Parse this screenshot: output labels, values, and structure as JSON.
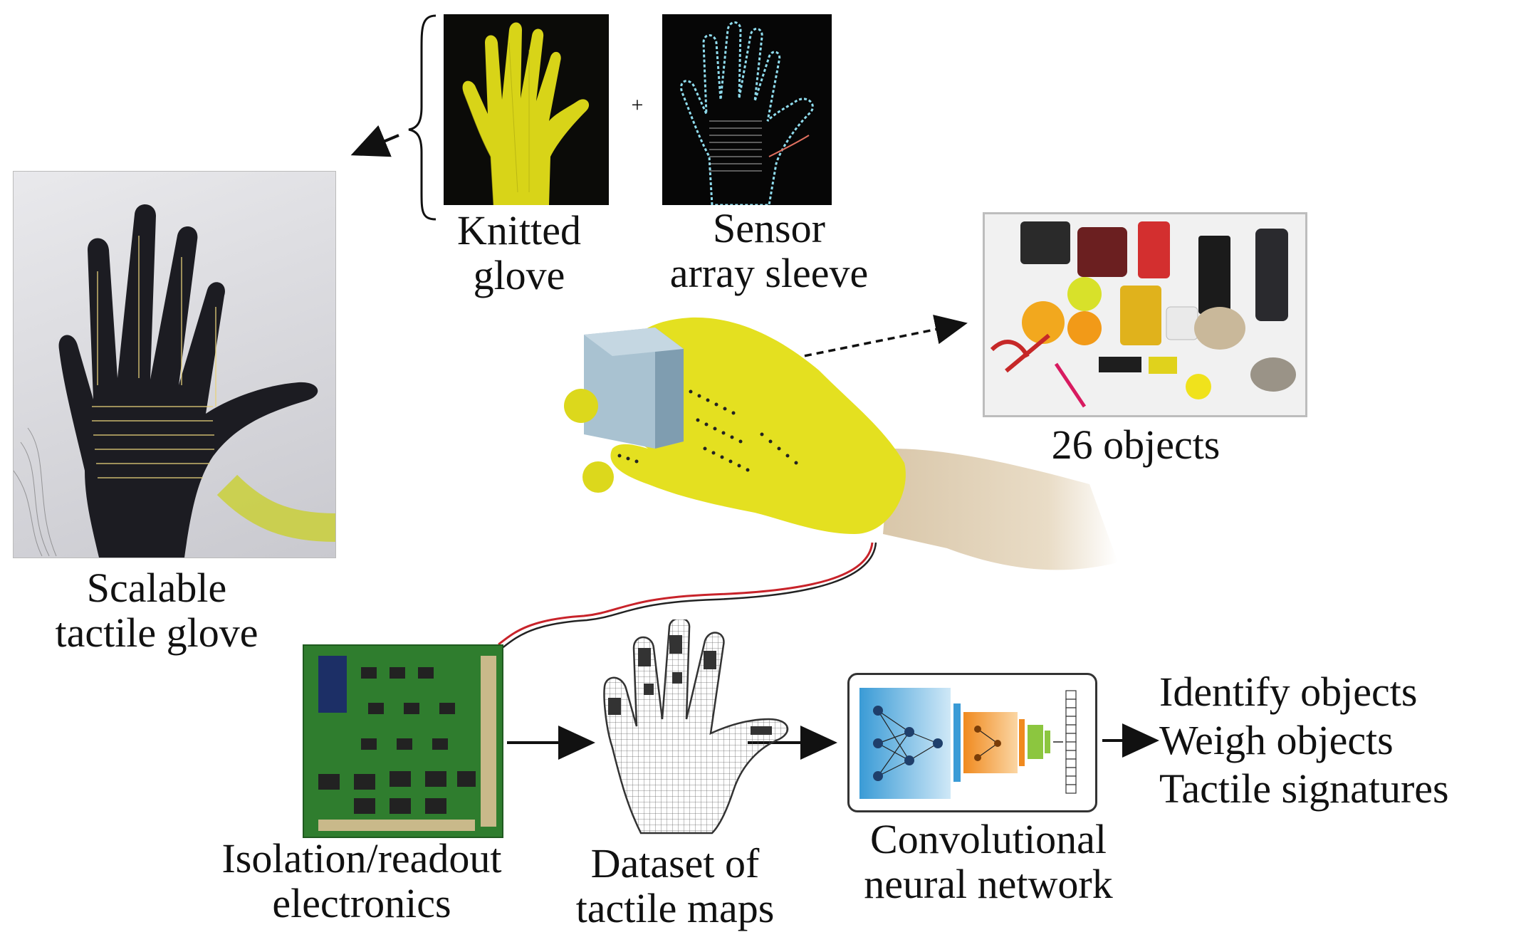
{
  "labels": {
    "knitted": [
      "Knitted",
      "glove"
    ],
    "sensor": [
      "Sensor",
      "array sleeve"
    ],
    "objects": "26 objects",
    "scalable": [
      "Scalable",
      "tactile glove"
    ],
    "electronics": [
      "Isolation/readout",
      "electronics"
    ],
    "dataset": [
      "Dataset of",
      "tactile maps"
    ],
    "cnn": [
      "Convolutional",
      "neural network"
    ],
    "plus": "+"
  },
  "outputs": [
    "Identify objects",
    "Weigh objects",
    "Tactile signatures"
  ],
  "colors": {
    "glove_yellow": "#e6e21e",
    "sensor_fiber": "#7fd6e8",
    "pcb_green": "#2f7d2e",
    "wire_red": "#c8232a",
    "cnn_blue": "#3a9bd6",
    "cnn_orange": "#f08a1f",
    "cnn_green": "#8cc63f"
  },
  "icons": [
    "knitted-glove-photo",
    "sensor-sleeve-photo",
    "scalable-glove-photo",
    "objects-photo",
    "hand-glove-holding-cube",
    "pcb-board",
    "tactile-map-hand",
    "cnn-diagram"
  ]
}
